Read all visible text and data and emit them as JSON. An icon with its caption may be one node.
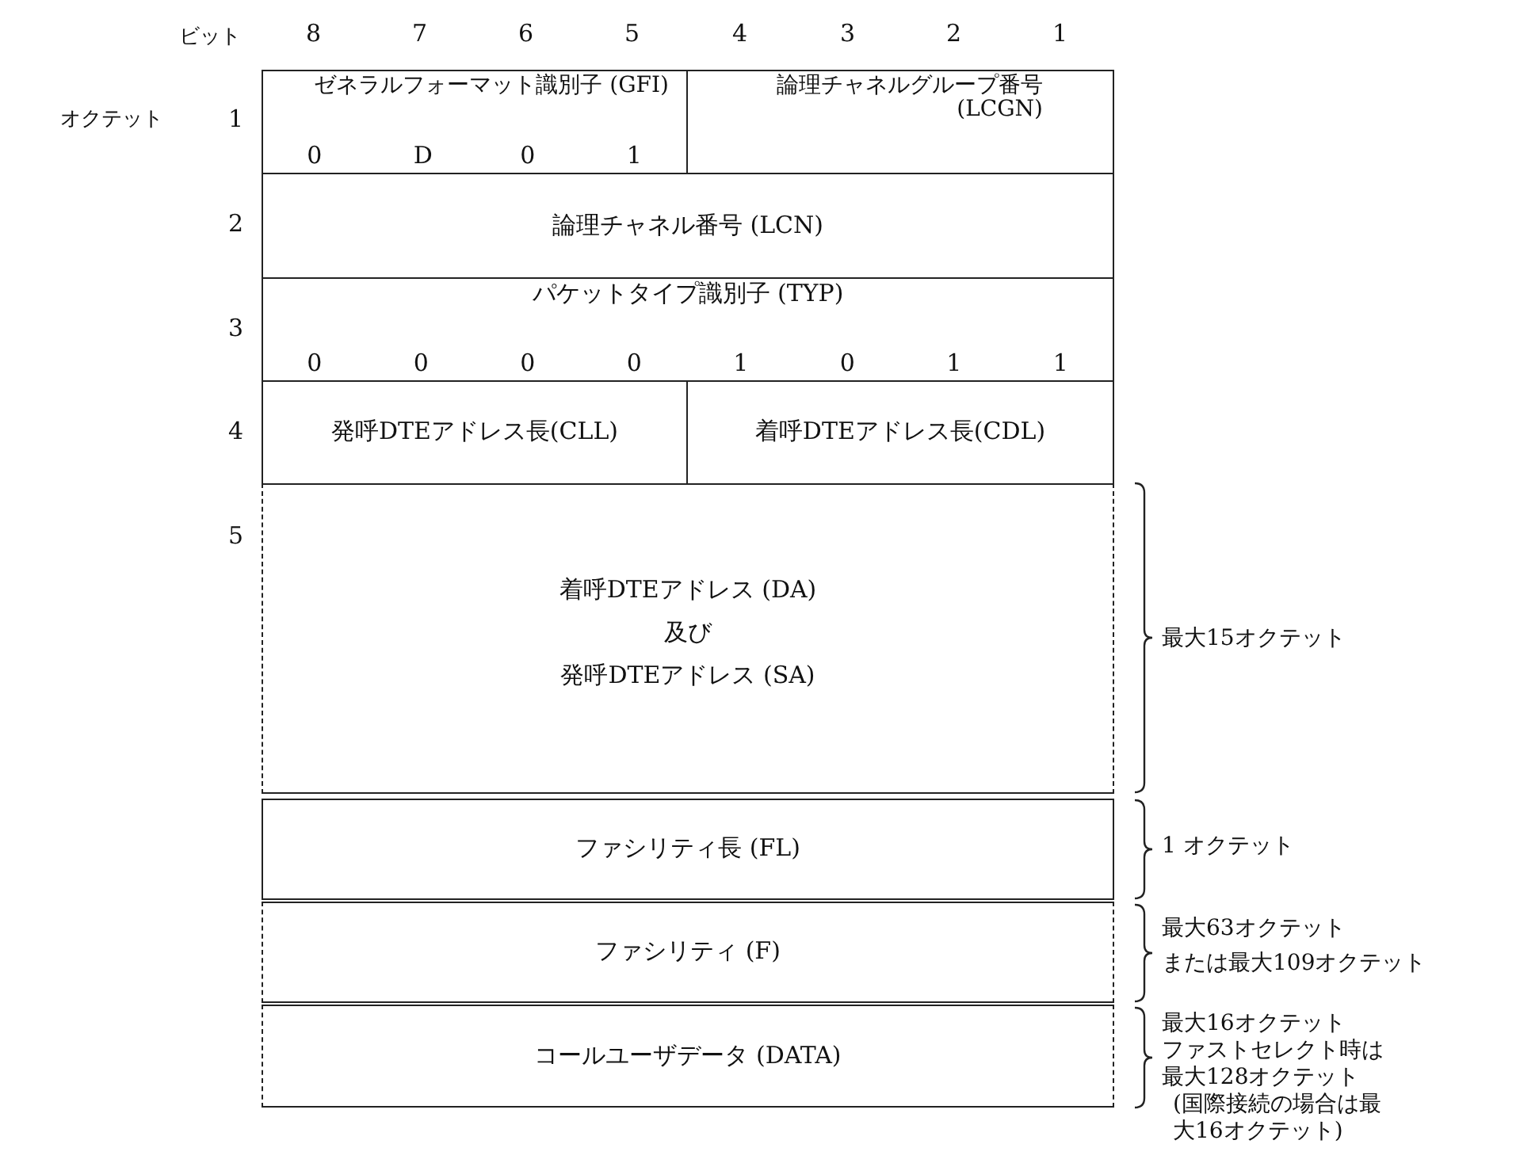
{
  "diagram": {
    "nodes": [
      {
        "text": [
          "ゼネラルフォーマット識別子 (GFI)",
          "0",
          "D",
          "0",
          "1"
        ]
      },
      {
        "text": [
          "論理チャネルグループ番号 (LCGN)"
        ]
      },
      {
        "text": [
          "論理チャネル番号 (LCN)"
        ]
      },
      {
        "text": [
          "パケットタイプ識別子 (TYP)",
          "0",
          "0",
          "0",
          "0",
          "1",
          "0",
          "1",
          "1"
        ]
      },
      {
        "text": [
          "発呼DTEアドレス長(CLL)"
        ]
      },
      {
        "text": [
          "着呼DTEアドレス長(CDL)"
        ]
      },
      {
        "text": [
          "着呼DTEアドレス (DA)",
          "及び",
          "発呼DTEアドレス (SA)"
        ],
        "beside": [
          "最大15オクテット"
        ]
      },
      {
        "text": [
          "ファシリティ長 (FL)"
        ],
        "beside": [
          "1 オクテット"
        ]
      },
      {
        "text": [
          "ファシリティ (F)"
        ],
        "beside": [
          "最大63オクテット",
          "または最大109オクテット"
        ]
      },
      {
        "text": [
          "コールユーザデータ (DATA)"
        ],
        "beside": [
          "最大16オクテット",
          "ファストセレクト時は",
          "最大128オクテット",
          "(国際接続の場合は最大16オクテット)"
        ]
      }
    ],
    "labels": [
      "ビット",
      "8",
      "7",
      "6",
      "5",
      "4",
      "3",
      "2",
      "1",
      "オクテット",
      "1",
      "2",
      "3",
      "4",
      "5"
    ]
  }
}
